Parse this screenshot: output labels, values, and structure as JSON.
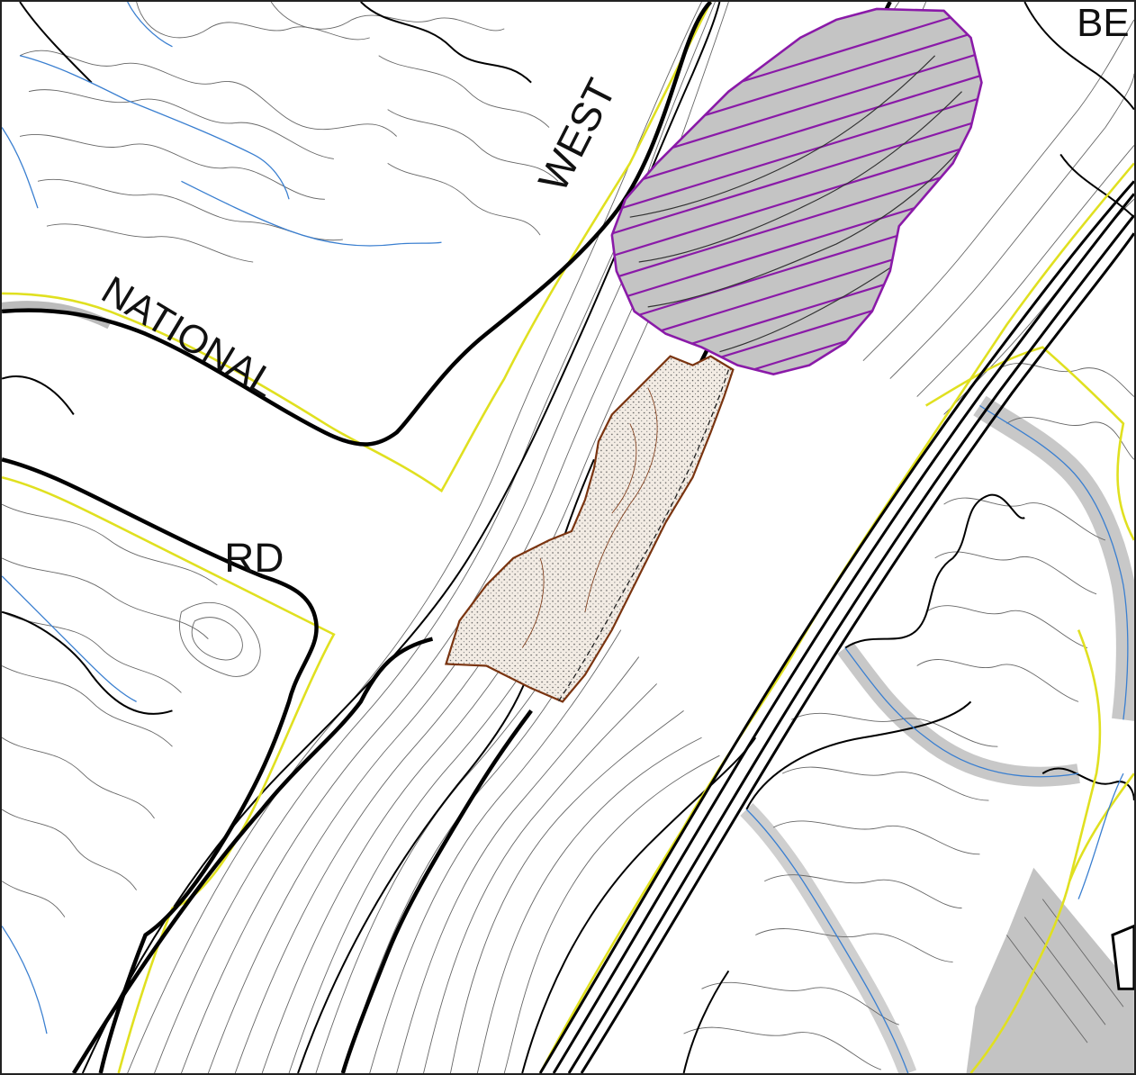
{
  "map": {
    "labels": {
      "west": "WEST",
      "national": "NATIONAL",
      "rd": "RD",
      "be": "BE"
    },
    "colors": {
      "contour_major": "#000000",
      "contour_minor": "#555555",
      "boundary": "#e0e020",
      "stream": "#3a7fd0",
      "hatch_zone": "#8a1aa8",
      "hatch_fill": "#c4c4c4",
      "stipple_zone_outline": "#7a3410",
      "stipple_zone_fill": "#f3ece4",
      "gray_band": "#bdbdbd"
    }
  }
}
